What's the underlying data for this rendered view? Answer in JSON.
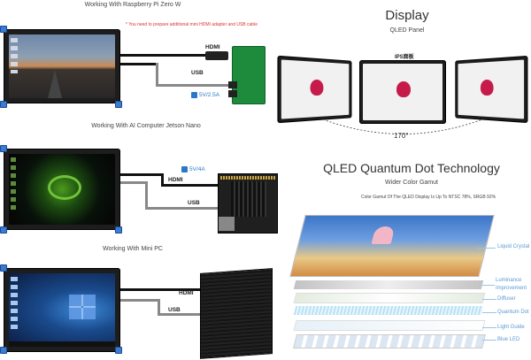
{
  "sections": {
    "pi": {
      "title": "Working With Raspberry Pi Zero W",
      "note": "* You need to prepare additional mini HDMI adapter and USB cable",
      "hdmi": "HDMI",
      "usb": "USB",
      "power": "5V/2.5A"
    },
    "jetson": {
      "title": "Working With AI Computer Jetson Nano",
      "hdmi": "HDMI",
      "usb": "USB",
      "power": "5V/4A"
    },
    "minipc": {
      "title": "Working With Mini PC",
      "hdmi": "HDMI",
      "usb": "USB"
    }
  },
  "display": {
    "title": "Display",
    "subtitle": "QLED Panel",
    "panel_label": "IPS面板",
    "angle": "170°"
  },
  "qled": {
    "title": "QLED Quantum Dot Technology",
    "subtitle": "Wider Color Gamut",
    "gamut": "Color Gamut Of The QLED Display Is Up To NTSC 78%, SRGB 92%",
    "layers": [
      "Liquid Crystal",
      "Luminance Improvement",
      "Diffuser",
      "Quantum Dot",
      "Light Guide",
      "Blue LED"
    ]
  },
  "colors": {
    "accent": "#2a78c8",
    "note": "#d33333",
    "pcb": "#1f1f1f",
    "layer_label": "#5a9ad6"
  }
}
